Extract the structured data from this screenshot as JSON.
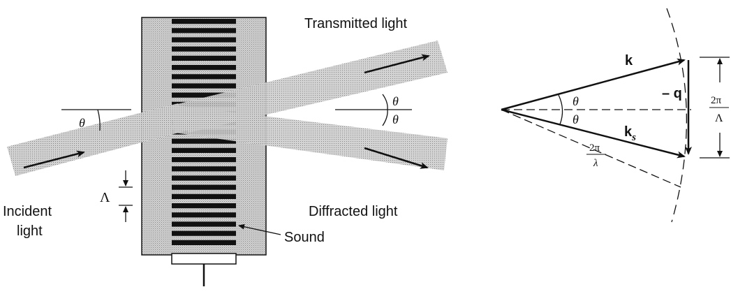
{
  "left_diagram": {
    "labels": {
      "transmitted": "Transmitted light",
      "diffracted": "Diffracted light",
      "incident_line1": "Incident",
      "incident_line2": "light",
      "sound": "Sound",
      "theta_in": "θ",
      "theta_out_top": "θ",
      "theta_out_bottom": "θ",
      "lambda_cap": "Λ"
    }
  },
  "right_diagram": {
    "labels": {
      "k": "k",
      "ks_base": "k",
      "ks_sub": "s",
      "minus_q": "– q",
      "theta_top": "θ",
      "theta_bottom": "θ",
      "frac_left_num": "2π",
      "frac_left_den": "λ",
      "frac_right_num": "2π",
      "frac_right_den": "Λ"
    }
  },
  "colors": {
    "ink": "#111111",
    "beam_fill": "#c9c9c9",
    "cell_fill": "#d6d6d6",
    "grating_bar": "#111111"
  }
}
